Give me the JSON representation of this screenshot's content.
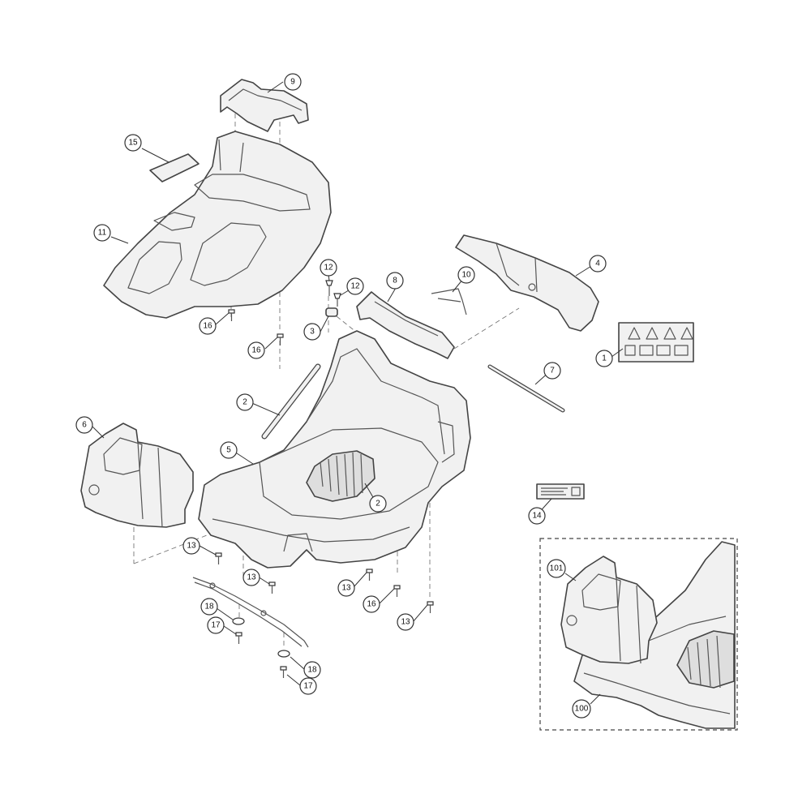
{
  "callouts": {
    "c1": "1",
    "c2a": "2",
    "c2b": "2",
    "c3": "3",
    "c4": "4",
    "c5": "5",
    "c6": "6",
    "c7": "7",
    "c8": "8",
    "c9": "9",
    "c10": "10",
    "c11": "11",
    "c12a": "12",
    "c12b": "12",
    "c13a": "13",
    "c13b": "13",
    "c13c": "13",
    "c13d": "13",
    "c14": "14",
    "c15": "15",
    "c16a": "16",
    "c16b": "16",
    "c16c": "16",
    "c17a": "17",
    "c17b": "17",
    "c18a": "18",
    "c18b": "18",
    "c100": "100",
    "c101": "101"
  },
  "icons": {
    "warning_label": "warning-label-icon",
    "rating_plate": "rating-plate-icon",
    "screw": "screw-icon",
    "washer": "washer-icon"
  },
  "colors": {
    "line": "#444444",
    "fill": "#f1f1f1",
    "background": "#ffffff"
  }
}
